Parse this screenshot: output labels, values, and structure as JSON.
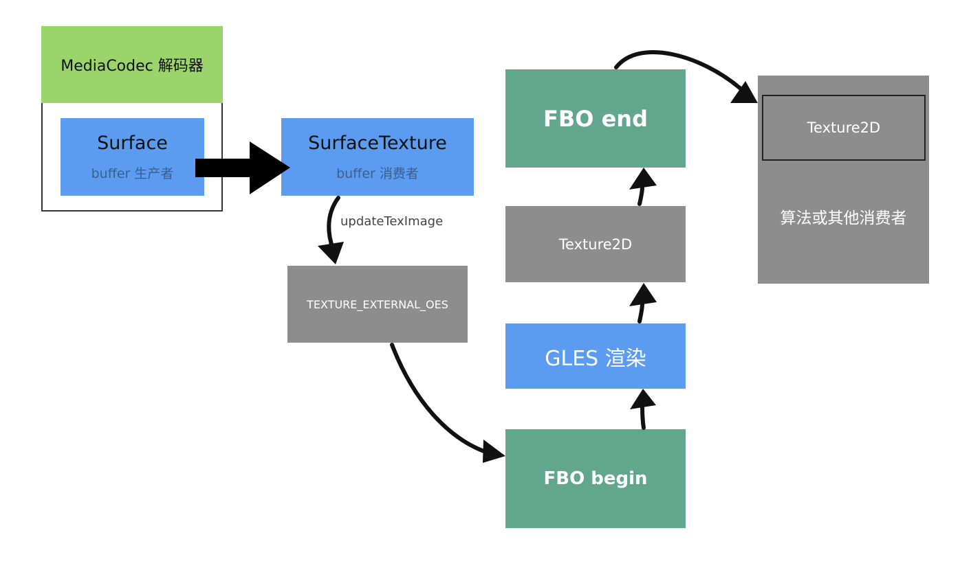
{
  "decoder": {
    "title": "MediaCodec 解码器"
  },
  "surface": {
    "title": "Surface",
    "subtitle": "buffer 生产者"
  },
  "surface_texture": {
    "title": "SurfaceTexture",
    "subtitle": "buffer 消费者"
  },
  "update_label": "updateTexImage",
  "oes": {
    "label": "TEXTURE_EXTERNAL_OES"
  },
  "fbo_begin": {
    "label": "FBO begin"
  },
  "gles": {
    "label": "GLES 渲染"
  },
  "texture_mid": {
    "label": "Texture2D"
  },
  "fbo_end": {
    "label": "FBO end"
  },
  "consumer": {
    "texture_label": "Texture2D",
    "label": "算法或其他消费者"
  },
  "colors": {
    "decoder_green": "#9bd46a",
    "blue": "#5b9cf0",
    "teal": "#62a78d",
    "gray": "#8d8d8d"
  }
}
